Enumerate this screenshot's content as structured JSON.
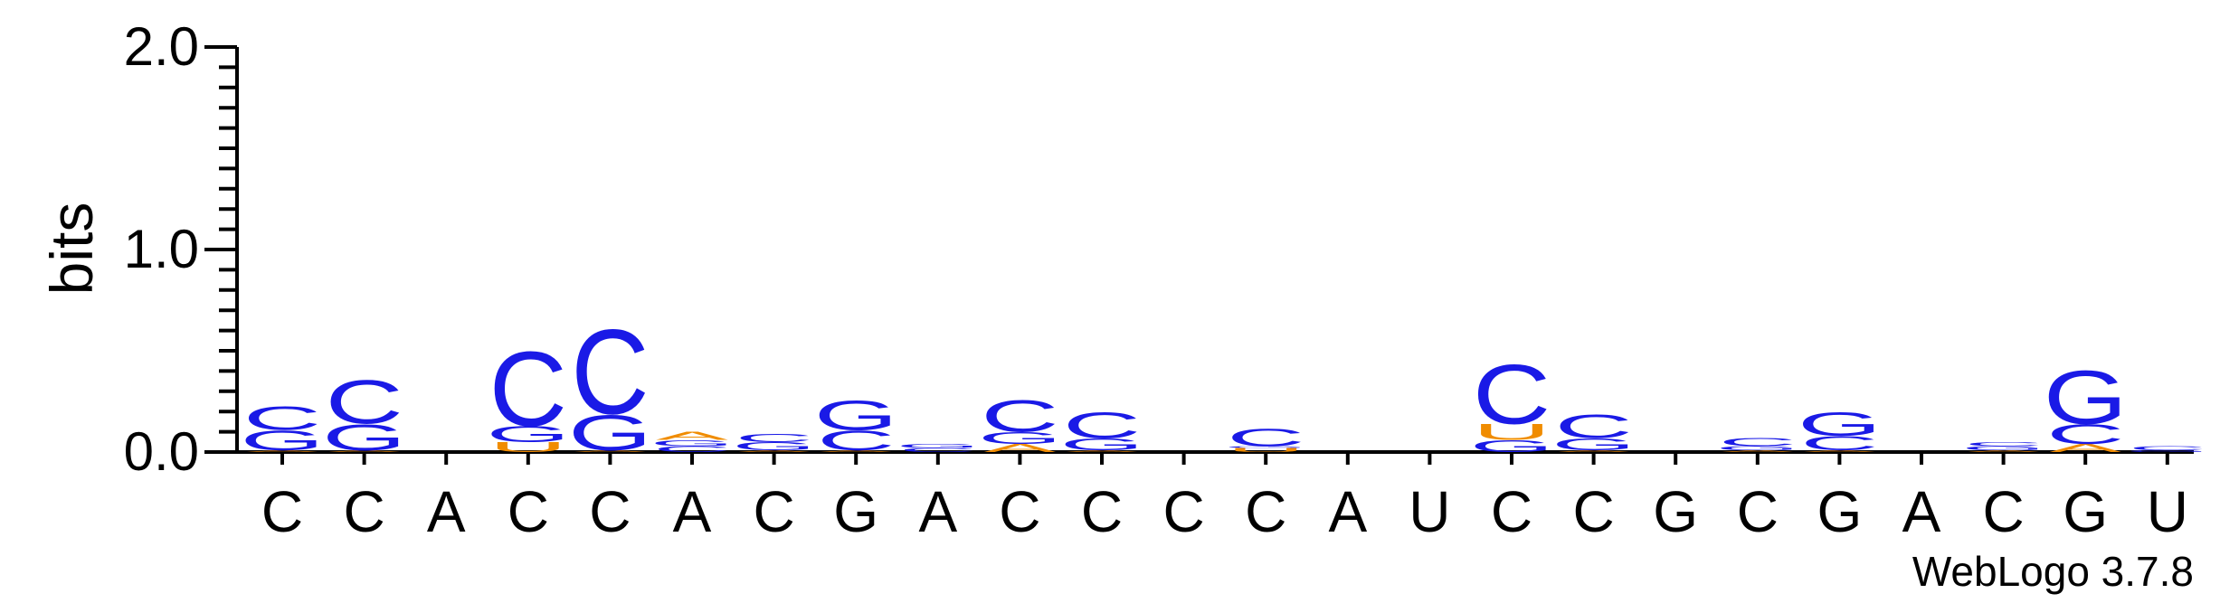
{
  "chart_data": {
    "type": "sequence-logo",
    "ylabel": "bits",
    "ylim": [
      0,
      2.0
    ],
    "yticks": [
      "0.0",
      "1.0",
      "2.0"
    ],
    "credit": "WebLogo 3.7.8",
    "colors": {
      "C": "#1a1ae6",
      "G": "#1a1ae6",
      "A": "#f08c00",
      "U": "#f08c00"
    },
    "positions": [
      {
        "label": "C",
        "stack": [
          {
            "l": "A",
            "h": 0.01
          },
          {
            "l": "G",
            "h": 0.1
          },
          {
            "l": "C",
            "h": 0.12
          }
        ]
      },
      {
        "label": "C",
        "stack": [
          {
            "l": "A",
            "h": 0.01
          },
          {
            "l": "G",
            "h": 0.13
          },
          {
            "l": "C",
            "h": 0.22
          }
        ]
      },
      {
        "label": "A",
        "stack": []
      },
      {
        "label": "C",
        "stack": [
          {
            "l": "U",
            "h": 0.05
          },
          {
            "l": "G",
            "h": 0.08
          },
          {
            "l": "C",
            "h": 0.38
          }
        ]
      },
      {
        "label": "C",
        "stack": [
          {
            "l": "A",
            "h": 0.01
          },
          {
            "l": "G",
            "h": 0.18
          },
          {
            "l": "C",
            "h": 0.43
          }
        ]
      },
      {
        "label": "A",
        "stack": [
          {
            "l": "C",
            "h": 0.03
          },
          {
            "l": "G",
            "h": 0.03
          },
          {
            "l": "A",
            "h": 0.04
          }
        ]
      },
      {
        "label": "C",
        "stack": [
          {
            "l": "A",
            "h": 0.01
          },
          {
            "l": "G",
            "h": 0.04
          },
          {
            "l": "C",
            "h": 0.04
          }
        ]
      },
      {
        "label": "G",
        "stack": [
          {
            "l": "A",
            "h": 0.01
          },
          {
            "l": "C",
            "h": 0.1
          },
          {
            "l": "G",
            "h": 0.15
          }
        ]
      },
      {
        "label": "A",
        "stack": [
          {
            "l": "C",
            "h": 0.02
          },
          {
            "l": "G",
            "h": 0.02
          }
        ]
      },
      {
        "label": "C",
        "stack": [
          {
            "l": "A",
            "h": 0.04
          },
          {
            "l": "G",
            "h": 0.06
          },
          {
            "l": "C",
            "h": 0.16
          }
        ]
      },
      {
        "label": "C",
        "stack": [
          {
            "l": "A",
            "h": 0.01
          },
          {
            "l": "G",
            "h": 0.06
          },
          {
            "l": "C",
            "h": 0.13
          }
        ]
      },
      {
        "label": "C",
        "stack": []
      },
      {
        "label": "C",
        "stack": [
          {
            "l": "U",
            "h": 0.02
          },
          {
            "l": "G",
            "h": 0.01
          },
          {
            "l": "C",
            "h": 0.09
          }
        ]
      },
      {
        "label": "A",
        "stack": []
      },
      {
        "label": "U",
        "stack": []
      },
      {
        "label": "C",
        "stack": [
          {
            "l": "G",
            "h": 0.06
          },
          {
            "l": "U",
            "h": 0.08
          },
          {
            "l": "C",
            "h": 0.3
          }
        ]
      },
      {
        "label": "C",
        "stack": [
          {
            "l": "A",
            "h": 0.01
          },
          {
            "l": "G",
            "h": 0.06
          },
          {
            "l": "C",
            "h": 0.12
          }
        ]
      },
      {
        "label": "G",
        "stack": []
      },
      {
        "label": "C",
        "stack": [
          {
            "l": "A",
            "h": 0.01
          },
          {
            "l": "G",
            "h": 0.02
          },
          {
            "l": "C",
            "h": 0.04
          }
        ]
      },
      {
        "label": "G",
        "stack": [
          {
            "l": "A",
            "h": 0.01
          },
          {
            "l": "C",
            "h": 0.07
          },
          {
            "l": "G",
            "h": 0.12
          }
        ]
      },
      {
        "label": "A",
        "stack": []
      },
      {
        "label": "C",
        "stack": [
          {
            "l": "A",
            "h": 0.01
          },
          {
            "l": "G",
            "h": 0.02
          },
          {
            "l": "C",
            "h": 0.02
          }
        ]
      },
      {
        "label": "G",
        "stack": [
          {
            "l": "A",
            "h": 0.04
          },
          {
            "l": "C",
            "h": 0.1
          },
          {
            "l": "G",
            "h": 0.27
          }
        ]
      },
      {
        "label": "U",
        "stack": [
          {
            "l": "G",
            "h": 0.01
          },
          {
            "l": "C",
            "h": 0.02
          }
        ]
      }
    ]
  }
}
